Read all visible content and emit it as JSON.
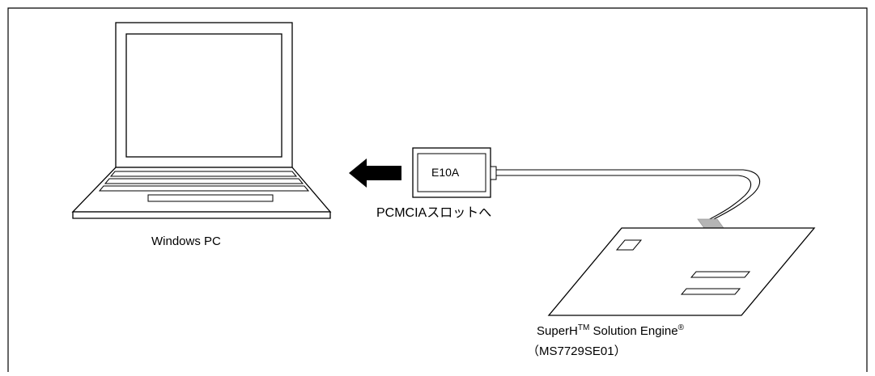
{
  "diagram": {
    "pc_label": "Windows PC",
    "emulator_label": "E10A",
    "slot_label": "PCMCIAスロットへ",
    "board": {
      "name_prefix": "SuperH",
      "trademark": "TM",
      "name_suffix": " Solution Engine",
      "registered": "®",
      "model": "（MS7729SE01）"
    }
  }
}
